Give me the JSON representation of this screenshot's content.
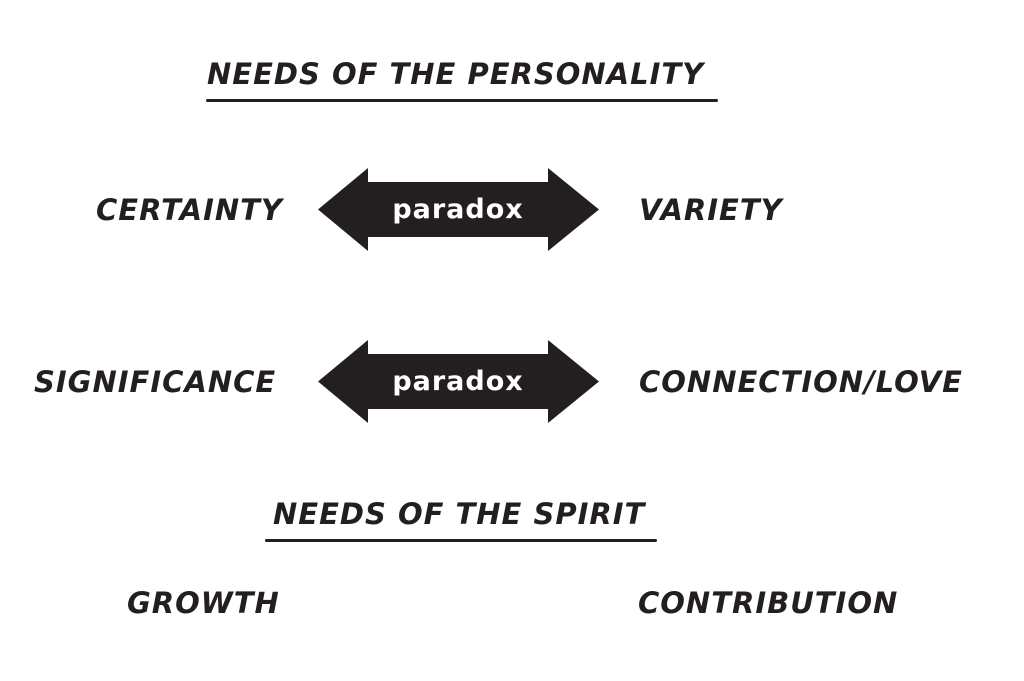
{
  "headings": {
    "personality": "NEEDS OF THE PERSONALITY",
    "spirit": "NEEDS OF THE SPIRIT"
  },
  "pairs": [
    {
      "left": "CERTAINTY",
      "right": "VARIETY",
      "relation": "paradox",
      "arrow_icon": "double-arrow"
    },
    {
      "left": "SIGNIFICANCE",
      "right": "CONNECTION/LOVE",
      "relation": "paradox",
      "arrow_icon": "double-arrow"
    }
  ],
  "spirit_needs": [
    "GROWTH",
    "CONTRIBUTION"
  ],
  "colors": {
    "ink": "#231f20",
    "background": "#ffffff",
    "arrow_text": "#ffffff"
  }
}
